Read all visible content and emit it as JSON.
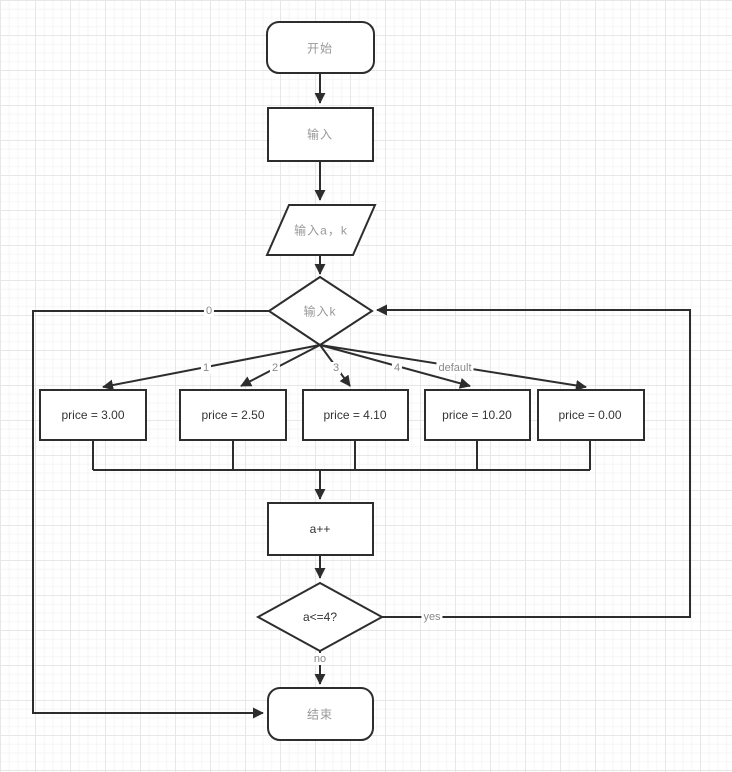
{
  "diagram": {
    "title": "switch-case price flowchart",
    "nodes": {
      "start": {
        "label": "开始",
        "shape": "rounded-rect"
      },
      "input": {
        "label": "输入",
        "shape": "rect"
      },
      "inputak": {
        "label": "输入a，k",
        "shape": "parallelogram"
      },
      "switchk": {
        "label": "输入k",
        "shape": "diamond"
      },
      "price1": {
        "label": "price = 3.00",
        "shape": "rect"
      },
      "price2": {
        "label": "price = 2.50",
        "shape": "rect"
      },
      "price3": {
        "label": "price = 4.10",
        "shape": "rect"
      },
      "price4": {
        "label": "price = 10.20",
        "shape": "rect"
      },
      "price5": {
        "label": "price = 0.00",
        "shape": "rect"
      },
      "ainc": {
        "label": "a++",
        "shape": "rect"
      },
      "check": {
        "label": "a<=4?",
        "shape": "diamond"
      },
      "end": {
        "label": "结束",
        "shape": "rounded-rect"
      }
    },
    "edge_labels": {
      "case0": "0",
      "case1": "1",
      "case2": "2",
      "case3": "3",
      "case4": "4",
      "caseDefault": "default",
      "yes": "yes",
      "no": "no"
    },
    "colors": {
      "node_border": "#2d2d2d",
      "node_fill": "#ffffff",
      "cn_text": "#999999",
      "code_text": "#333333",
      "edge_label_text": "#8a8a8a",
      "grid_major": "#e7e7e7",
      "grid_minor": "#f6f5f5"
    }
  }
}
